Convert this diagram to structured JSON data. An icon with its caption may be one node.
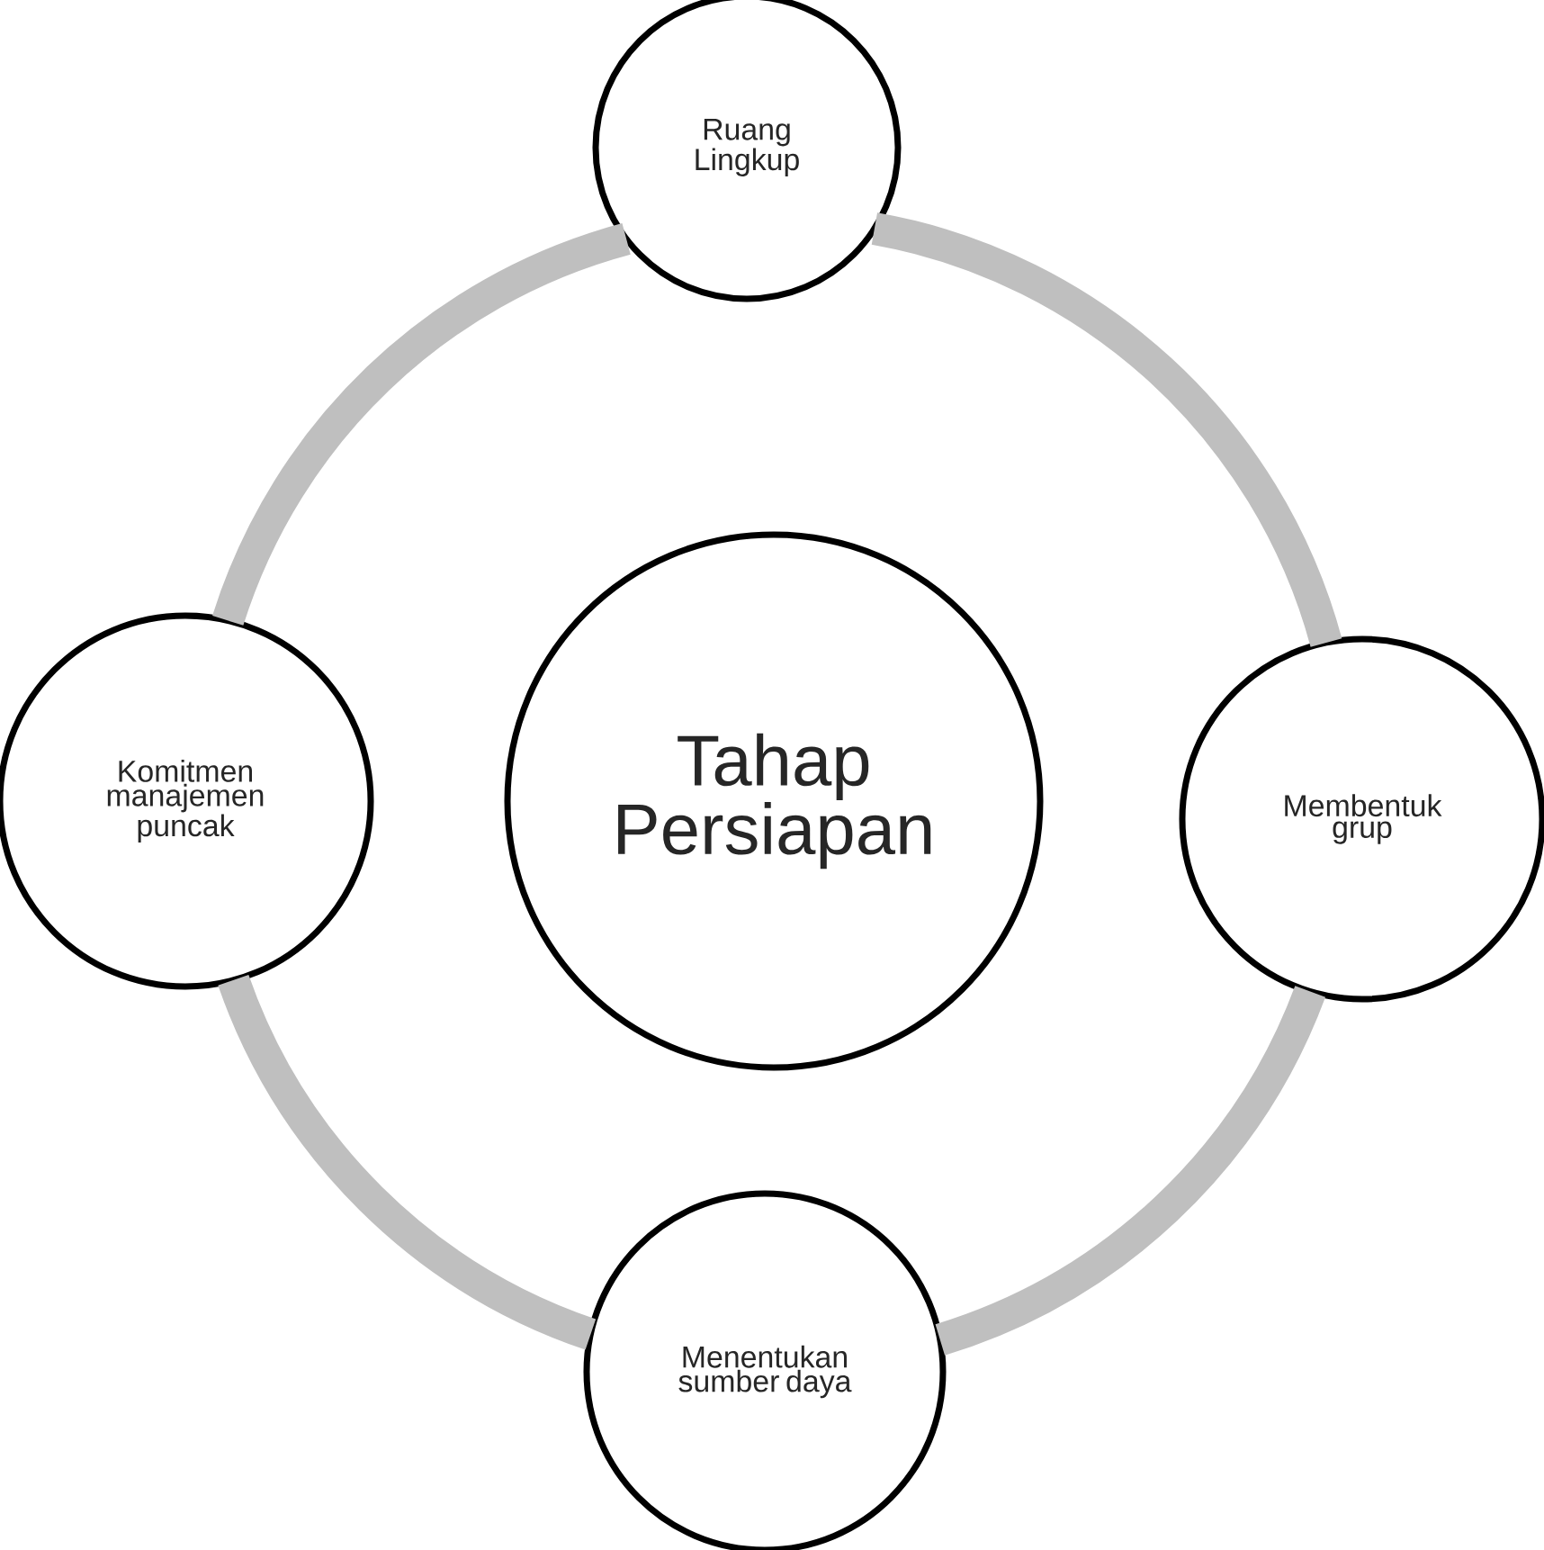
{
  "diagram": {
    "nodes": [
      {
        "text": [
          "Ruang Lingkup"
        ]
      },
      {
        "text": [
          "Komitmen manajemen puncak"
        ]
      },
      {
        "text": [
          "Tahap Persiapan"
        ]
      },
      {
        "text": [
          "Membentuk grup"
        ]
      },
      {
        "text": [
          "Menentukan sumber daya"
        ]
      }
    ],
    "edges": [
      {
        "from": 0,
        "to": 3,
        "arrow": "none"
      },
      {
        "from": 3,
        "to": 4,
        "arrow": "none"
      },
      {
        "from": 4,
        "to": 1,
        "arrow": "none"
      },
      {
        "from": 1,
        "to": 0,
        "arrow": "none"
      }
    ]
  }
}
